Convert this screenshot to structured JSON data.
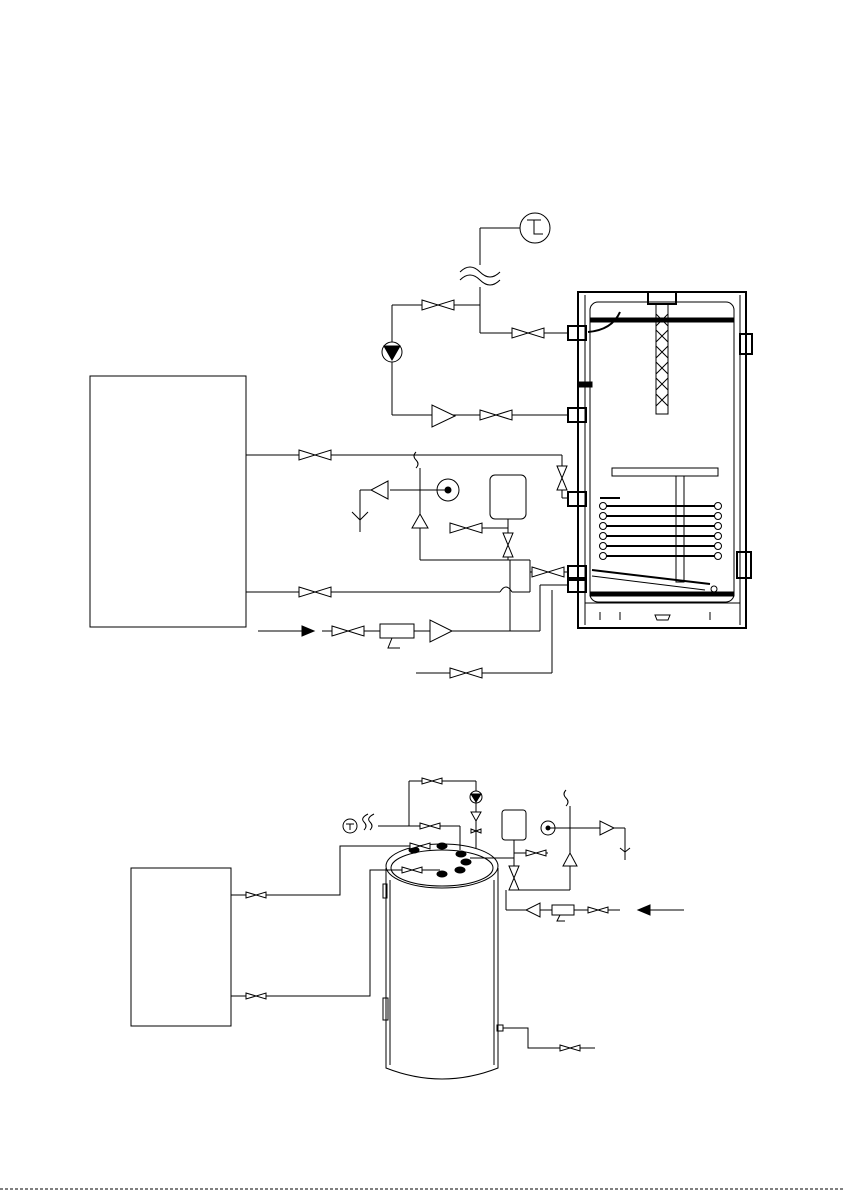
{
  "colors": {
    "line": "#000000",
    "background": "#ffffff"
  },
  "diagram_top": {
    "components": [
      "boiler-box",
      "hot-water-cylinder",
      "coil-heat-exchanger",
      "circulation-pump",
      "expansion-vessel",
      "safety-valve",
      "pressure-gauge",
      "pressure-reducer",
      "non-return-valve",
      "tap-outlet",
      "shut-off-valves",
      "cold-water-inlet-arrow"
    ]
  },
  "diagram_bottom": {
    "components": [
      "boiler-box",
      "cylinder-3d",
      "circulation-pump",
      "expansion-vessel",
      "pressure-gauge",
      "thermometer",
      "pressure-reducer",
      "non-return-valve",
      "shut-off-valves",
      "cold-water-inlet-arrow"
    ]
  }
}
